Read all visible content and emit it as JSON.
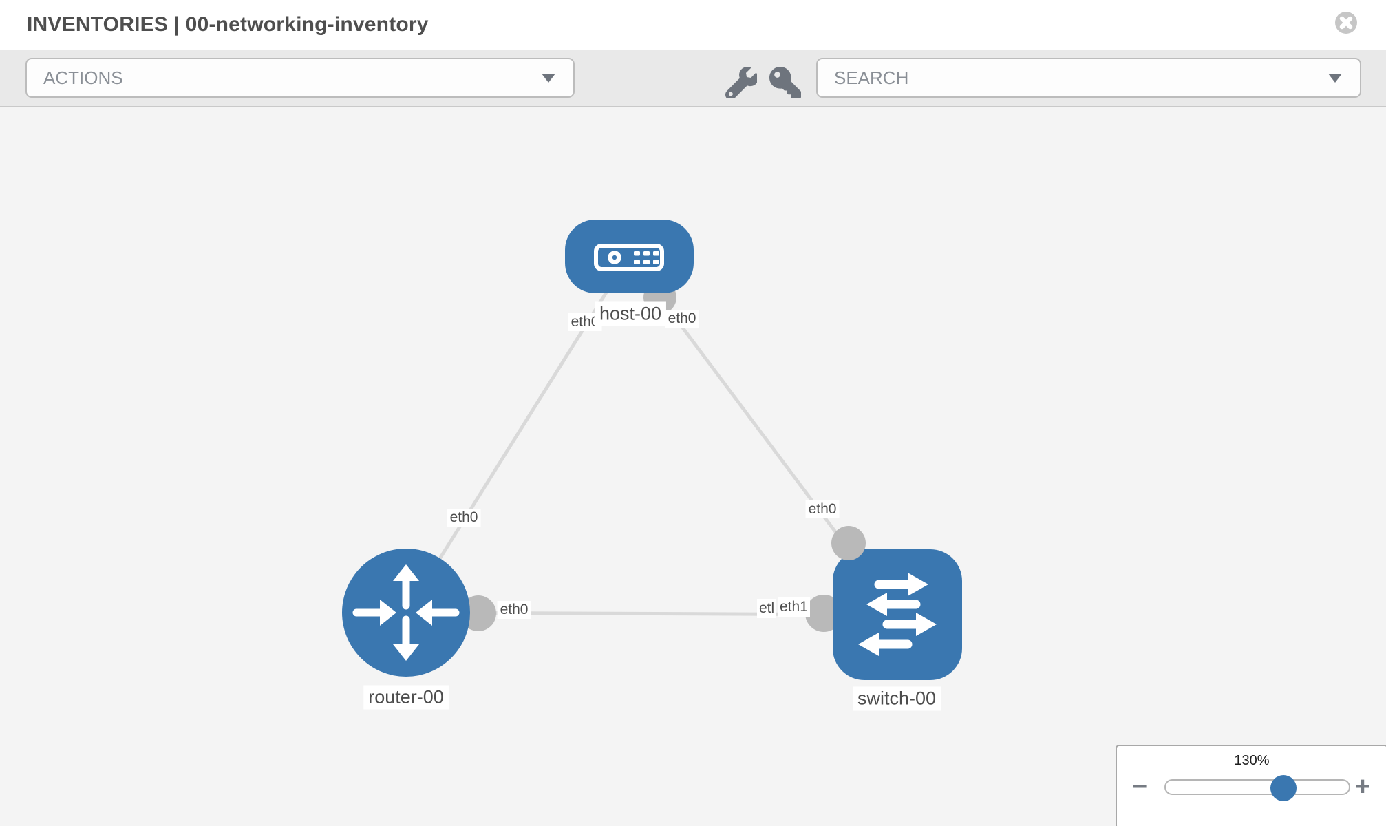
{
  "header": {
    "title": "INVENTORIES | 00-networking-inventory",
    "close_icon": "circle-x-icon"
  },
  "toolbar": {
    "actions_placeholder": "ACTIONS",
    "search_placeholder": "SEARCH",
    "icons": [
      "wrench-icon",
      "key-icon"
    ]
  },
  "topology": {
    "nodes": [
      {
        "label": "host-00",
        "type": "host",
        "icon": "server-icon"
      },
      {
        "label": "router-00",
        "type": "router",
        "icon": "router-arrows-icon"
      },
      {
        "label": "switch-00",
        "type": "switch",
        "icon": "switch-arrows-icon"
      }
    ],
    "links": [
      {
        "from": "host-00",
        "to": "router-00",
        "from_interface": "eth0",
        "to_interface": "eth0"
      },
      {
        "from": "host-00",
        "to": "switch-00",
        "from_interface": "eth0",
        "to_interface": "eth0"
      },
      {
        "from": "router-00",
        "to": "switch-00",
        "from_interface": "eth0",
        "to_interface": "eth1",
        "to_interface_occluded_fragment": "etl"
      }
    ]
  },
  "zoom_control": {
    "level": "130%",
    "zoom_out_glyph": "−",
    "zoom_in_glyph": "+",
    "slider_percent": 65
  },
  "colors": {
    "node_blue": "#3a77b0",
    "link_gray": "#d9d9d9",
    "port_gray": "#b9b9b9",
    "icon_gray": "#6e747d",
    "close_gray": "#c6c6c6",
    "thumb_blue": "#3a77b0"
  }
}
